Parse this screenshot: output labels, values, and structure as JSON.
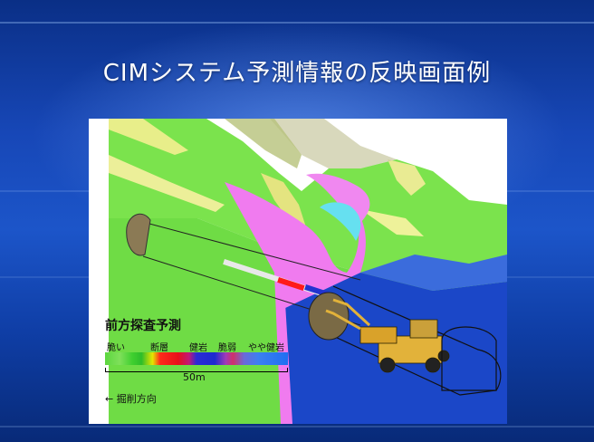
{
  "slide": {
    "title": "CIMシステム予測情報の反映画面例"
  },
  "legend": {
    "title": "前方探査予測",
    "labels": [
      "脆い",
      "断層",
      "健岩",
      "脆弱",
      "やや健岩"
    ],
    "scale": "50m",
    "direction": "←  掘削方向"
  }
}
